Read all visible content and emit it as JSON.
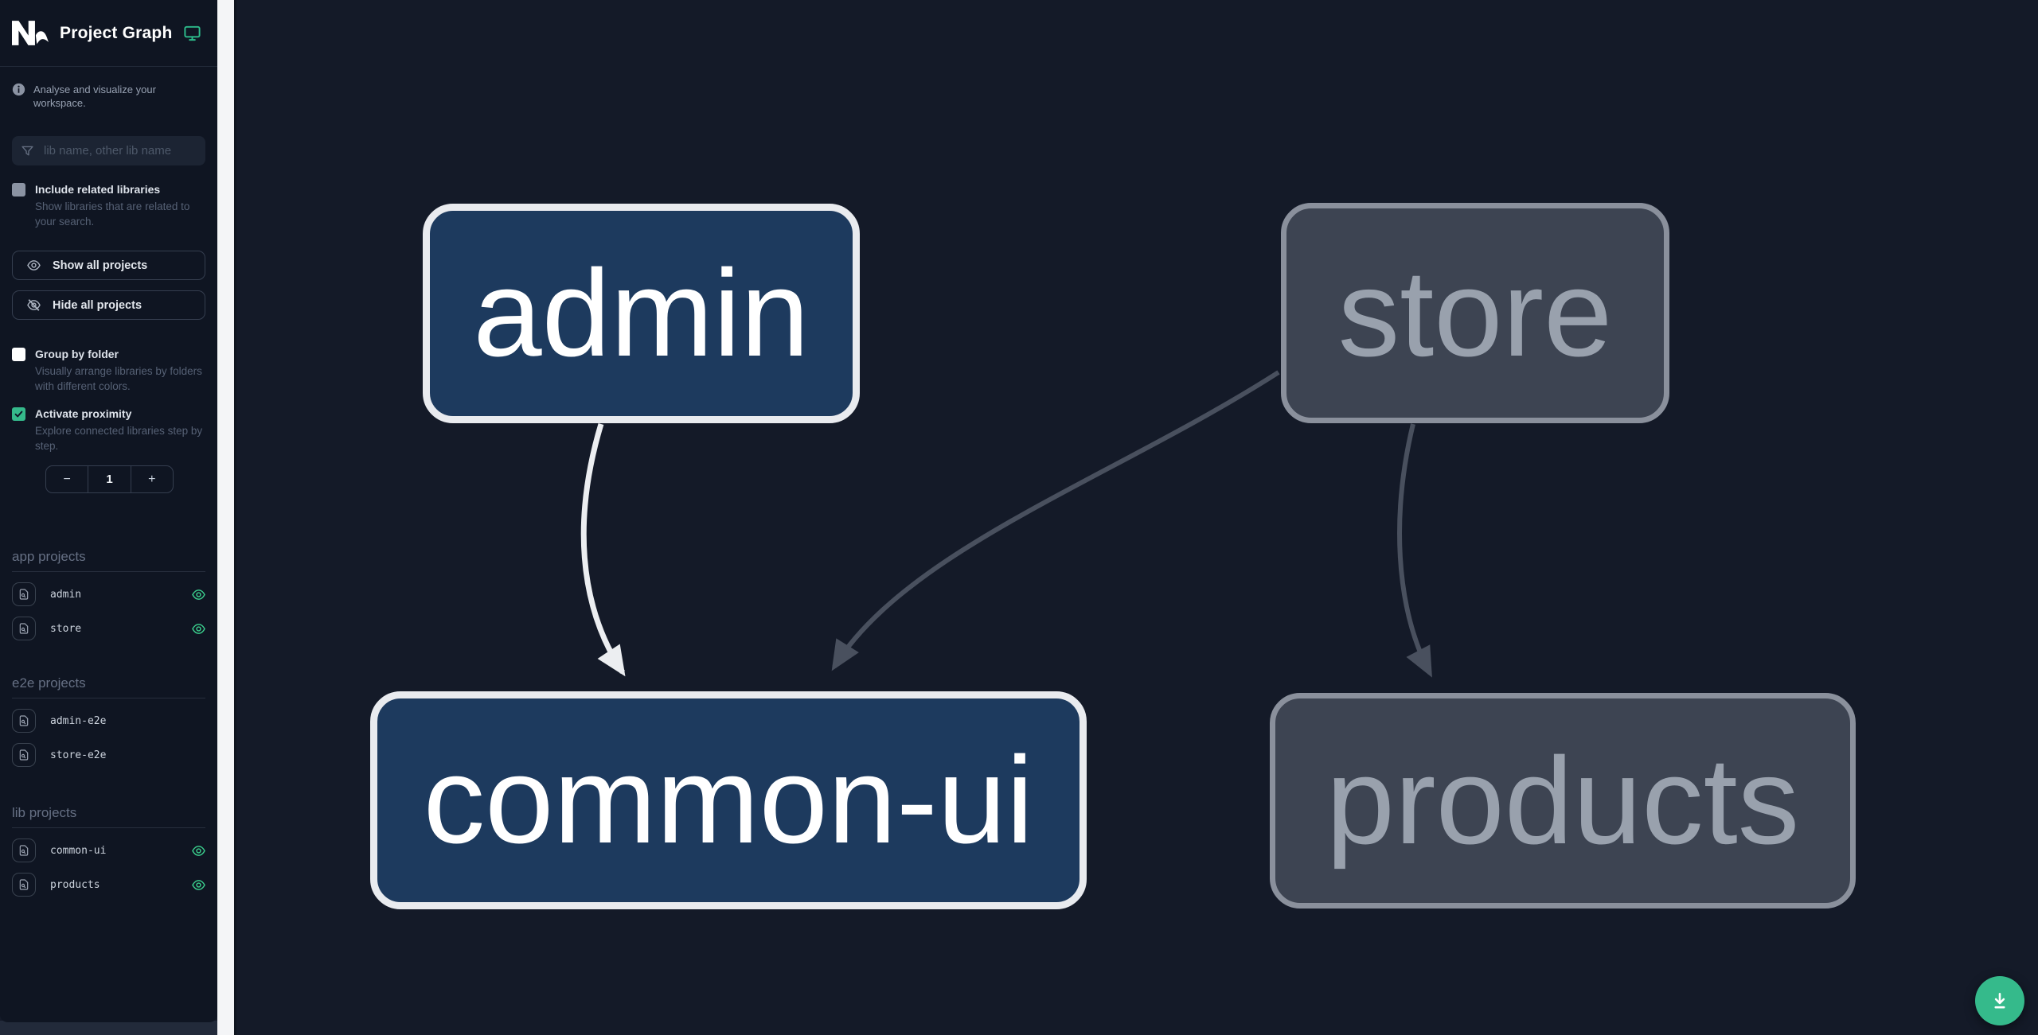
{
  "app": {
    "title": "Project Graph"
  },
  "sidebar": {
    "tagline": "Analyse and visualize your workspace.",
    "filter": {
      "placeholder": "lib name, other lib name"
    },
    "checkboxes": [
      {
        "label": "Include related libraries",
        "description": "Show libraries that are related to your search.",
        "checked": false
      },
      {
        "label": "Group by folder",
        "description": "Visually arrange libraries by folders with different colors.",
        "checked": false
      },
      {
        "label": "Activate proximity",
        "description": "Explore connected libraries step by step.",
        "checked": true
      }
    ],
    "buttons": {
      "show_all": "Show all projects",
      "hide_all": "Hide all projects"
    },
    "stepper": {
      "decrement": "−",
      "value": "1",
      "increment": "+"
    },
    "sections": [
      {
        "heading": "app projects",
        "items": [
          {
            "name": "admin",
            "visible": true
          },
          {
            "name": "store",
            "visible": true
          }
        ]
      },
      {
        "heading": "e2e projects",
        "items": [
          {
            "name": "admin-e2e",
            "visible": false
          },
          {
            "name": "store-e2e",
            "visible": false
          }
        ]
      },
      {
        "heading": "lib projects",
        "items": [
          {
            "name": "common-ui",
            "visible": true
          },
          {
            "name": "products",
            "visible": true
          }
        ]
      }
    ]
  },
  "graph": {
    "nodes": [
      {
        "id": "admin",
        "focused": true
      },
      {
        "id": "store",
        "focused": false
      },
      {
        "id": "common-ui",
        "focused": true
      },
      {
        "id": "products",
        "focused": false
      }
    ],
    "edges": [
      {
        "source": "admin",
        "target": "common-ui",
        "highlighted": true
      },
      {
        "source": "store",
        "target": "common-ui",
        "highlighted": false
      },
      {
        "source": "store",
        "target": "products",
        "highlighted": false
      }
    ]
  },
  "icons": {
    "logo": "nx-logo",
    "header": "monitor-icon",
    "tagline": "info-icon",
    "filter": "funnel-icon",
    "show_all": "eye-icon",
    "hide_all": "eye-off-icon",
    "project_focus": "document-magnifier-icon",
    "project_visibility": "eye-icon",
    "fab": "download-icon"
  },
  "colors": {
    "accent_teal": "#35b98b",
    "sidebar_bg": "#0f1522",
    "canvas_bg": "#141a28",
    "resizer": "#f4f5f7",
    "node_focused_fill": "#1d3a5e",
    "node_focused_border": "#e9ebef",
    "node_fill": "#3d4452",
    "node_border": "#8a909c",
    "edge_highlighted": "#eceef1",
    "edge": "#49505e",
    "fab": "#35ba8b"
  }
}
